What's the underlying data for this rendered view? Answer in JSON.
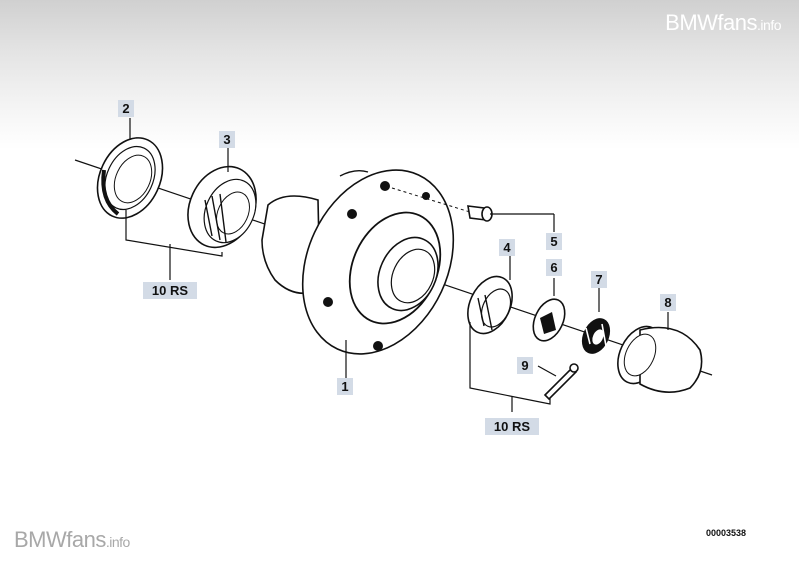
{
  "watermark": {
    "top": {
      "main": "BMWfans",
      "suffix": ".info"
    },
    "bottom": {
      "main": "BMWfans",
      "suffix": ".info"
    }
  },
  "diagram_id": "00003538",
  "callouts": {
    "p1": "1",
    "p2": "2",
    "p3": "3",
    "p4": "4",
    "p5": "5",
    "p6": "6",
    "p7": "7",
    "p8": "8",
    "p9": "9",
    "set_left": "10 RS",
    "set_right": "10 RS"
  }
}
